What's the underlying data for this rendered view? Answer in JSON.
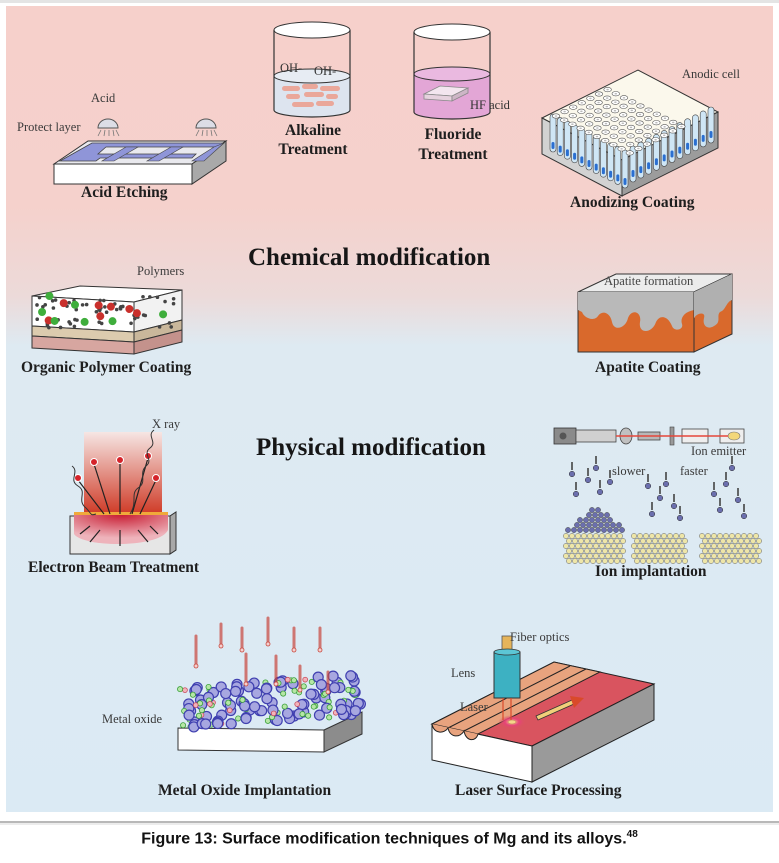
{
  "figure": {
    "sections": {
      "chemical": "Chemical modification",
      "physical": "Physical modification"
    },
    "panels": {
      "acid_etching": {
        "title": "Acid Etching",
        "labels": {
          "acid": "Acid",
          "protect_layer": "Protect layer"
        }
      },
      "alkaline_treatment": {
        "title_line1": "Alkaline",
        "title_line2": "Treatment",
        "labels": {
          "ion1": "OH-",
          "ion2": "OH-"
        }
      },
      "fluoride_treatment": {
        "title_line1": "Fluoride",
        "title_line2": "Treatment",
        "labels": {
          "acid": "HF acid"
        }
      },
      "anodizing_coating": {
        "title": "Anodizing Coating",
        "labels": {
          "cell": "Anodic cell"
        }
      },
      "organic_polymer_coating": {
        "title": "Organic Polymer Coating",
        "labels": {
          "polymers": "Polymers"
        }
      },
      "apatite_coating": {
        "title": "Apatite Coating",
        "labels": {
          "formation": "Apatite formation"
        }
      },
      "electron_beam_treatment": {
        "title": "Electron Beam Treatment",
        "labels": {
          "xray": "X ray"
        }
      },
      "ion_implantation": {
        "title": "Ion implantation",
        "labels": {
          "emitter": "Ion emitter",
          "slower": "slower",
          "faster": "faster"
        }
      },
      "metal_oxide_implantation": {
        "title": "Metal Oxide Implantation",
        "labels": {
          "metal_oxide": "Metal oxide"
        }
      },
      "laser_surface_processing": {
        "title": "Laser Surface Processing",
        "labels": {
          "fiber_optics": "Fiber optics",
          "lens": "Lens",
          "laser": "Laser"
        }
      }
    },
    "colors": {
      "chemical_bg": "#f6d0cb",
      "physical_bg": "#dbeaf4",
      "protect_layer": "#8f95d8",
      "fluoride_liquid": "#e3a6d6",
      "apatite_substrate": "#d9692c",
      "laser_surface": "#d9545f",
      "laser_stripes": "#e8a37e"
    }
  },
  "caption": {
    "text": "Figure 13: Surface modification techniques of Mg and its alloys.",
    "ref": "48"
  }
}
